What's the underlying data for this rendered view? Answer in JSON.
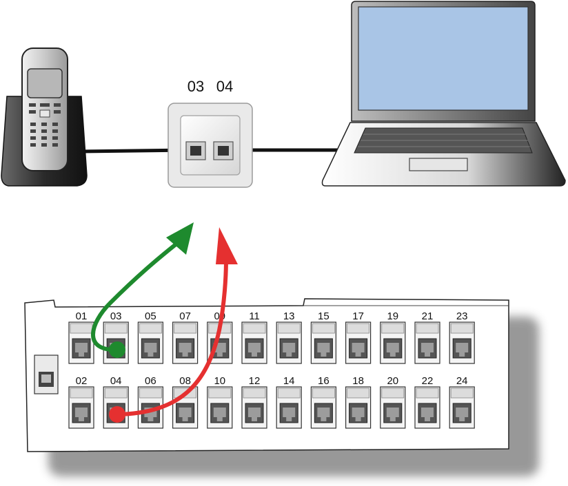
{
  "wall_socket": {
    "labels": [
      "03",
      "04"
    ]
  },
  "patch_panel": {
    "top_row_ports": [
      "01",
      "03",
      "05",
      "07",
      "09",
      "11",
      "13",
      "15",
      "17",
      "19",
      "21",
      "23"
    ],
    "bottom_row_ports": [
      "02",
      "04",
      "06",
      "08",
      "10",
      "12",
      "14",
      "16",
      "18",
      "20",
      "22",
      "24"
    ]
  },
  "connections": [
    {
      "from_port": "03",
      "to_socket": "03",
      "color": "#1e8a2e"
    },
    {
      "from_port": "04",
      "to_socket": "04",
      "color": "#e53030"
    }
  ],
  "colors": {
    "cable": "#111111",
    "laptop_screen": "#a9c5e6",
    "green_arrow": "#1e8a2e",
    "red_arrow": "#e53030"
  }
}
